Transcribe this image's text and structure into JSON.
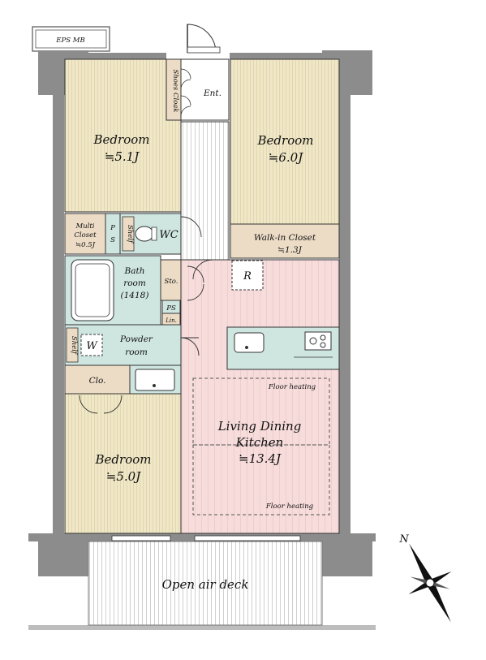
{
  "labels": {
    "eps_mb": "EPS  MB",
    "shoes_cloak": "Shoes Cloak",
    "entrance": "Ent.",
    "bedroom_a": "Bedroom",
    "bedroom_a_size": "≒5.1J",
    "bedroom_b": "Bedroom",
    "bedroom_b_size": "≒6.0J",
    "multi_closet_1": "Multi",
    "multi_closet_2": "Closet",
    "multi_closet_size": "≒0.5J",
    "ps_top": "P",
    "ps_bottom": "S",
    "shelf_wc": "Shelf",
    "wc": "WC",
    "walk_in_closet": "Walk-in Closet",
    "walk_in_closet_size": "≒1.3J",
    "bath_1": "Bath",
    "bath_2": "room",
    "bath_size": "(1418)",
    "storage": "Sto.",
    "refrigerator": "R",
    "ps_small": "PS",
    "linen": "Lin.",
    "shelf_powder": "Shelf",
    "washer": "W",
    "powder_1": "Powder",
    "powder_2": "room",
    "closet": "Clo.",
    "floor_heating_top": "Floor heating",
    "ldk_1": "Living Dining",
    "ldk_2": "Kitchen",
    "ldk_size": "≒13.4J",
    "floor_heating_bottom": "Floor heating",
    "bedroom_c": "Bedroom",
    "bedroom_c_size": "≒5.0J",
    "open_air_deck": "Open air deck",
    "north": "N"
  },
  "colors": {
    "wall": "#8c8c8c",
    "bedroom_floor": "#efe7c7",
    "bedroom_stripe": "#e1d7b0",
    "wet_area": "#cfe6e0",
    "ldk_floor": "#f7dcdc",
    "ldk_grid": "#eec7c7",
    "closet": "#ecdcc6",
    "outline": "#333333"
  }
}
